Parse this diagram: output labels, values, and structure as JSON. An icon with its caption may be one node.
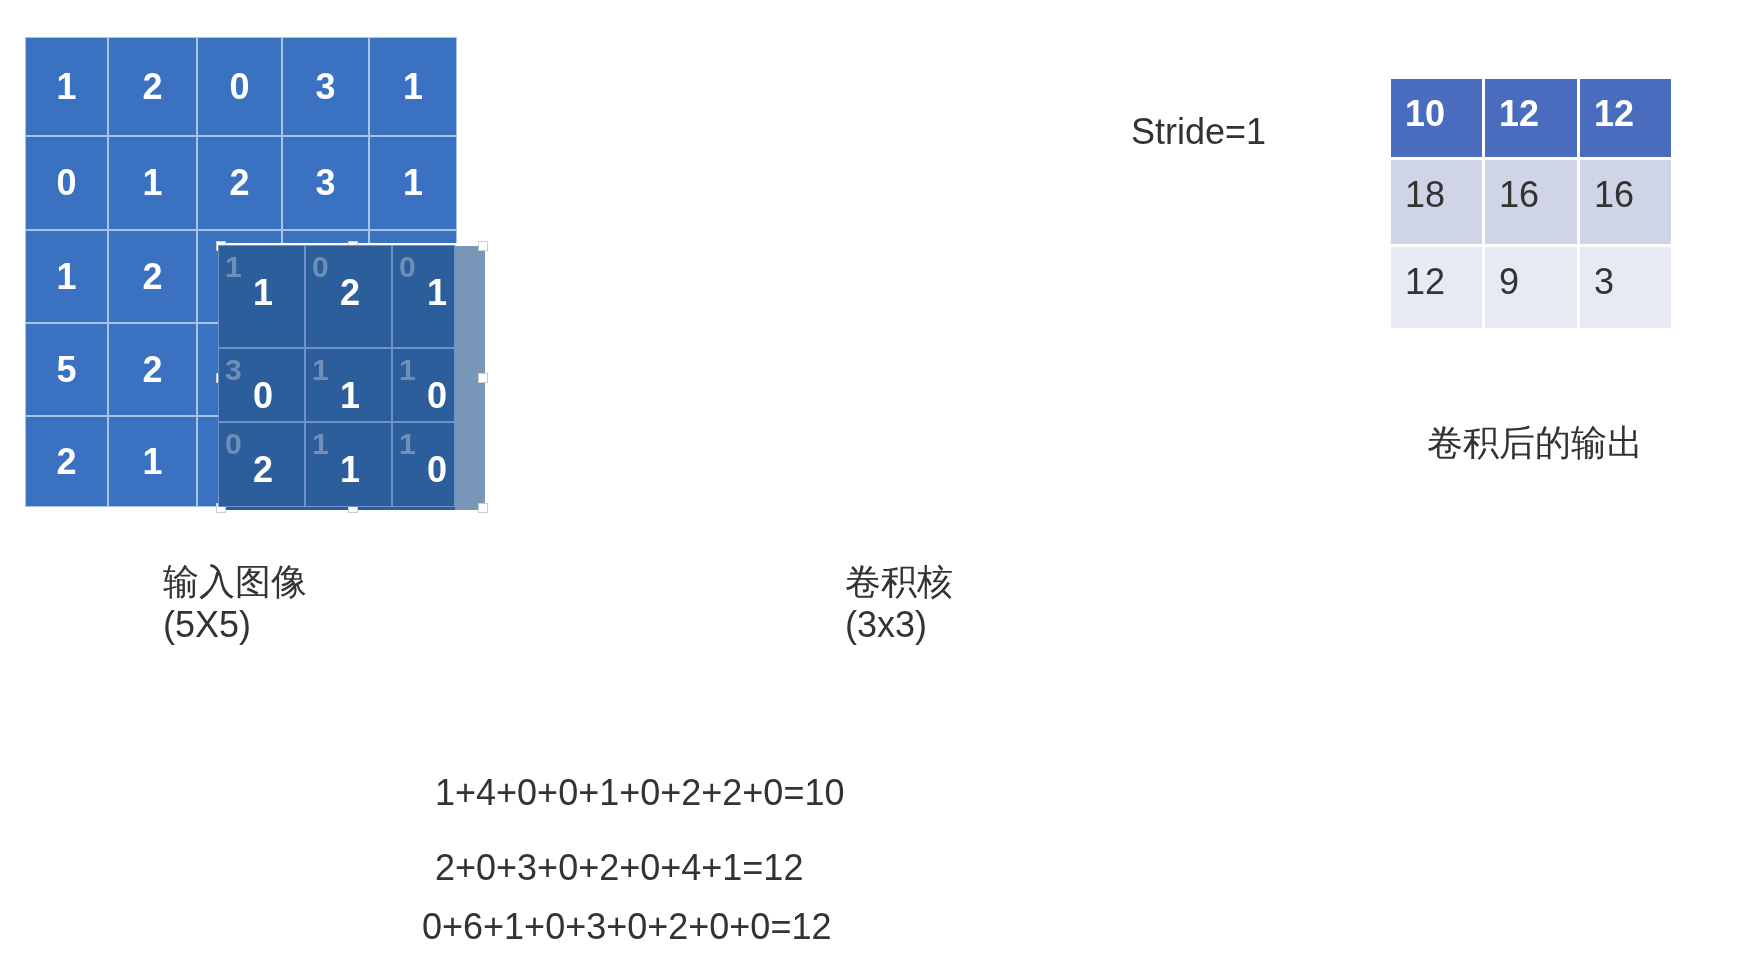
{
  "diagram": {
    "labels": [
      "1",
      "2",
      "0",
      "3",
      "1",
      "0",
      "1",
      "2",
      "3",
      "1",
      "1",
      "2",
      "1",
      "1",
      "0",
      "2",
      "0",
      "1",
      "5",
      "2",
      "3",
      "0",
      "1",
      "1",
      "1",
      "0",
      "2",
      "1",
      "0",
      "2",
      "1",
      "1",
      "1",
      "0",
      "Stride=1",
      "10",
      "12",
      "12",
      "18",
      "16",
      "16",
      "12",
      "9",
      "3",
      "卷积后的输出",
      "输入图像",
      "(5X5)",
      "卷积核",
      "(3x3)",
      "1+4+0+0+1+0+2+2+0=10",
      "2+0+3+0+2+0+4+1=12",
      "0+6+1+0+3+0+2+0+0=12"
    ]
  }
}
